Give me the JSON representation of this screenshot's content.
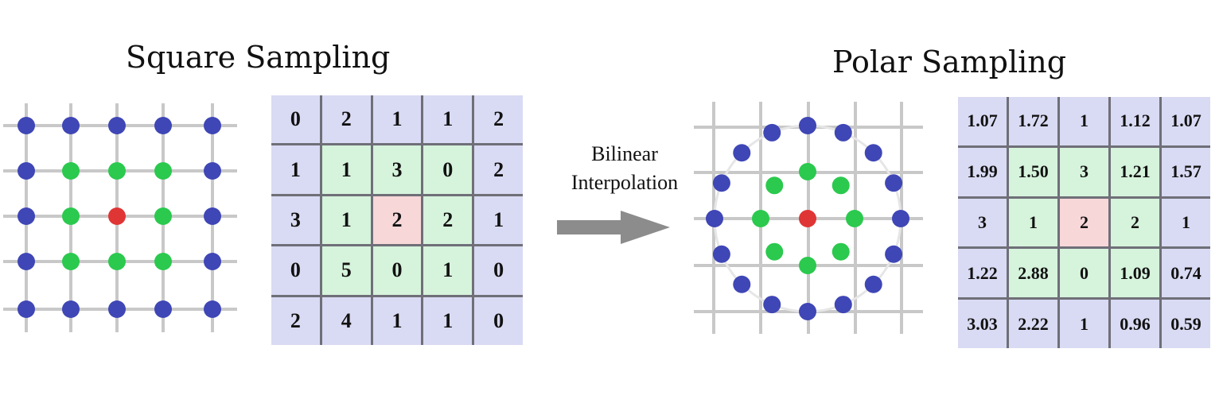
{
  "titles": {
    "square": "Square Sampling",
    "polar": "Polar Sampling"
  },
  "arrow": {
    "line1": "Bilinear",
    "line2": "Interpolation",
    "color": "#8c8c8c"
  },
  "colors": {
    "outer": "#3f46b5",
    "inner": "#2bc94e",
    "center": "#e03535",
    "gridline": "#c8c8c8",
    "cell_outer": "#d9daf3",
    "cell_inner": "#d6f3dc",
    "cell_center": "#f8d7d9"
  },
  "square_table": {
    "rows": [
      [
        "0",
        "2",
        "1",
        "1",
        "2"
      ],
      [
        "1",
        "1",
        "3",
        "0",
        "2"
      ],
      [
        "3",
        "1",
        "2",
        "2",
        "1"
      ],
      [
        "0",
        "5",
        "0",
        "1",
        "0"
      ],
      [
        "2",
        "4",
        "1",
        "1",
        "0"
      ]
    ]
  },
  "polar_table": {
    "rows": [
      [
        "1.07",
        "1.72",
        "1",
        "1.12",
        "1.07"
      ],
      [
        "1.99",
        "1.50",
        "3",
        "1.21",
        "1.57"
      ],
      [
        "3",
        "1",
        "2",
        "2",
        "1"
      ],
      [
        "1.22",
        "2.88",
        "0",
        "1.09",
        "0.74"
      ],
      [
        "3.03",
        "2.22",
        "1",
        "0.96",
        "0.59"
      ]
    ]
  }
}
